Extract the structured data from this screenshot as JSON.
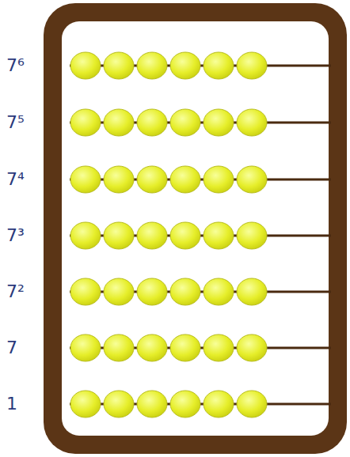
{
  "diagram": {
    "labels": [
      "7⁶",
      "7⁵",
      "7⁴",
      "7³",
      "7²",
      "7",
      "1"
    ]
  }
}
